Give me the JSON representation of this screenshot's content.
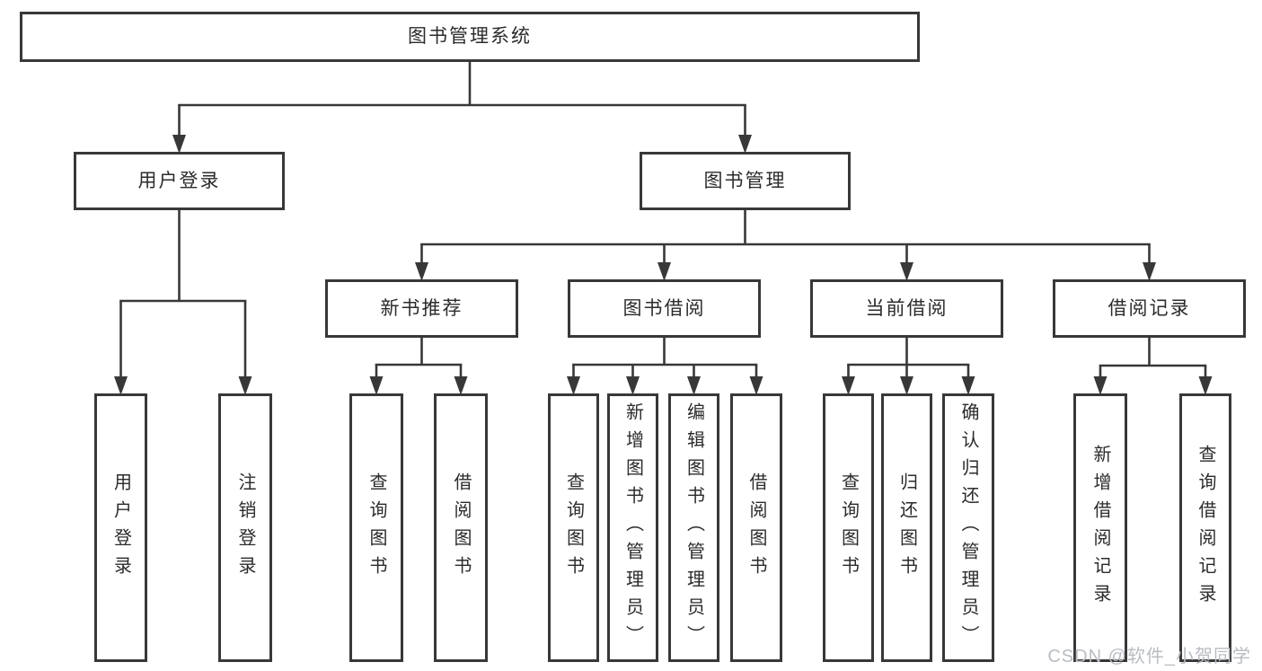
{
  "diagram": {
    "type": "tree",
    "title": "图书管理系统",
    "colors": {
      "stroke": "#383838",
      "text": "#2b2b2b",
      "background": "#ffffff",
      "watermark": "#b9bdc2"
    },
    "nodes": [
      {
        "id": "root",
        "label": "图书管理系统",
        "parent": null,
        "orientation": "horizontal"
      },
      {
        "id": "user-login",
        "label": "用户登录",
        "parent": "root",
        "orientation": "horizontal"
      },
      {
        "id": "book-mgmt",
        "label": "图书管理",
        "parent": "root",
        "orientation": "horizontal"
      },
      {
        "id": "new-rec",
        "label": "新书推荐",
        "parent": "book-mgmt",
        "orientation": "horizontal"
      },
      {
        "id": "book-borrow",
        "label": "图书借阅",
        "parent": "book-mgmt",
        "orientation": "horizontal"
      },
      {
        "id": "current-borrow",
        "label": "当前借阅",
        "parent": "book-mgmt",
        "orientation": "horizontal"
      },
      {
        "id": "borrow-records",
        "label": "借阅记录",
        "parent": "book-mgmt",
        "orientation": "horizontal"
      },
      {
        "id": "leaf-user-login",
        "label": "用户登录",
        "parent": "user-login",
        "orientation": "vertical"
      },
      {
        "id": "leaf-logout",
        "label": "注销登录",
        "parent": "user-login",
        "orientation": "vertical"
      },
      {
        "id": "leaf-nr-query",
        "label": "查询图书",
        "parent": "new-rec",
        "orientation": "vertical"
      },
      {
        "id": "leaf-nr-borrow",
        "label": "借阅图书",
        "parent": "new-rec",
        "orientation": "vertical"
      },
      {
        "id": "leaf-bb-query",
        "label": "查询图书",
        "parent": "book-borrow",
        "orientation": "vertical"
      },
      {
        "id": "leaf-bb-add",
        "label": "新增图书（管理员）",
        "parent": "book-borrow",
        "orientation": "vertical"
      },
      {
        "id": "leaf-bb-edit",
        "label": "编辑图书（管理员）",
        "parent": "book-borrow",
        "orientation": "vertical"
      },
      {
        "id": "leaf-bb-borrow",
        "label": "借阅图书",
        "parent": "book-borrow",
        "orientation": "vertical"
      },
      {
        "id": "leaf-cb-query",
        "label": "查询图书",
        "parent": "current-borrow",
        "orientation": "vertical"
      },
      {
        "id": "leaf-cb-return",
        "label": "归还图书",
        "parent": "current-borrow",
        "orientation": "vertical"
      },
      {
        "id": "leaf-cb-confirm",
        "label": "确认归还（管理员）",
        "parent": "current-borrow",
        "orientation": "vertical"
      },
      {
        "id": "leaf-br-add",
        "label": "新增借阅记录",
        "parent": "borrow-records",
        "orientation": "vertical"
      },
      {
        "id": "leaf-br-query",
        "label": "查询借阅记录",
        "parent": "borrow-records",
        "orientation": "vertical"
      }
    ]
  },
  "watermark": {
    "text": "CSDN @软件_小贺同学"
  }
}
